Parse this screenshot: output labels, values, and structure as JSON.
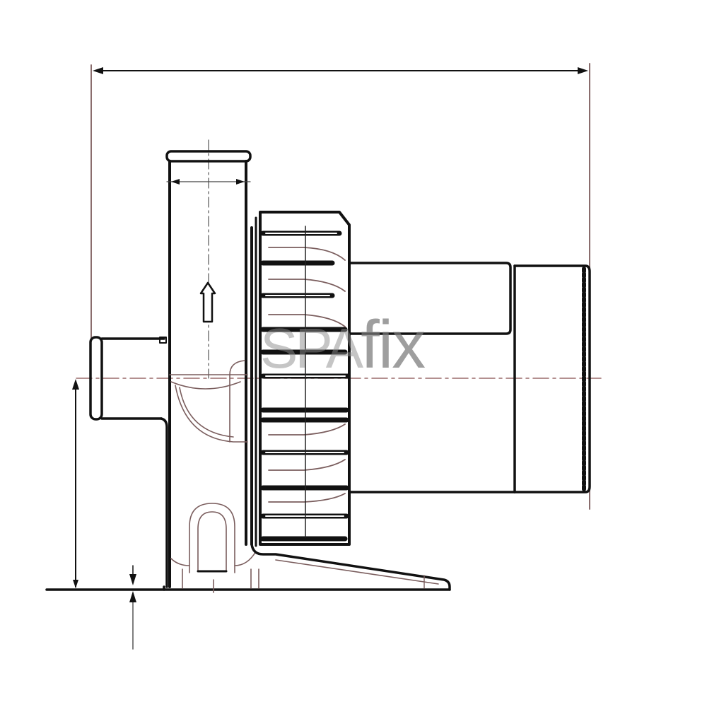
{
  "diagram": {
    "subject": "spa blower technical side-view drawing",
    "watermark": {
      "caps": "SPA",
      "rest": "fix"
    },
    "colors": {
      "line": "#111111",
      "centerline": "#9a6a6a",
      "extension_line": "#8a6d6d",
      "background": "#ffffff",
      "watermark": "#808080"
    },
    "components": [
      "top outlet pipe",
      "side inlet pipe",
      "flow direction arrow",
      "finned impeller housing",
      "motor body",
      "knurled end cap",
      "base foot",
      "overall width dimension",
      "centerline height dimension",
      "base thickness dimension"
    ]
  }
}
